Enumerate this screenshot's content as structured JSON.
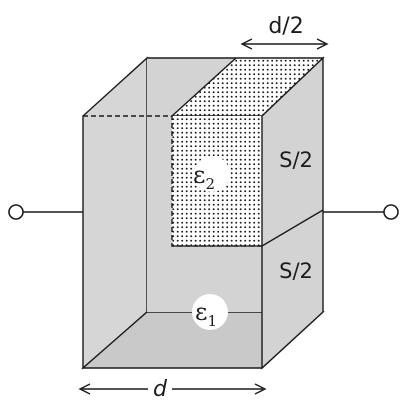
{
  "dimension_top": {
    "label": "d/2"
  },
  "dimension_bottom": {
    "label": "d"
  },
  "dielectric_upper": {
    "symbol": "ε",
    "subscript": "2",
    "area_label": "S/2"
  },
  "dielectric_lower": {
    "symbol": "ε",
    "subscript": "1",
    "area_label": "S/2"
  },
  "colors": {
    "fill": "#d3d3d3",
    "fill_dark": "#c6c6c6",
    "stroke": "#1c1c1c",
    "background": "#ffffff"
  }
}
